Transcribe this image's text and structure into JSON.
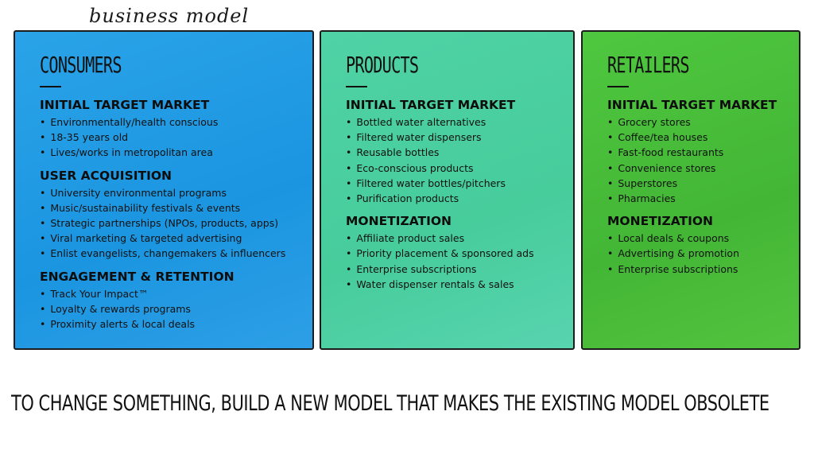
{
  "header": {
    "title": "business model"
  },
  "panels": {
    "consumers": {
      "title": "Consumers",
      "sections": [
        {
          "heading": "INITIAL TARGET MARKET",
          "items": [
            "Environmentally/health conscious",
            "18-35 years old",
            "Lives/works in metropolitan area"
          ]
        },
        {
          "heading": "USER ACQUISITION",
          "items": [
            "University environmental programs",
            "Music/sustainability festivals & events",
            "Strategic partnerships (NPOs, products, apps)",
            "Viral marketing & targeted advertising",
            "Enlist evangelists, changemakers & influencers"
          ]
        },
        {
          "heading": "ENGAGEMENT & RETENTION",
          "items": [
            "Track Your Impact™",
            "Loyalty & rewards programs",
            "Proximity alerts & local deals"
          ]
        }
      ]
    },
    "products": {
      "title": "Products",
      "sections": [
        {
          "heading": "INITIAL TARGET MARKET",
          "items": [
            "Bottled water alternatives",
            "Filtered water dispensers",
            "Reusable bottles",
            "Eco-conscious products",
            "Filtered water bottles/pitchers",
            "Purification products"
          ]
        },
        {
          "heading": "MONETIZATION",
          "items": [
            "Affiliate product sales",
            "Priority placement & sponsored ads",
            "Enterprise subscriptions",
            "Water dispenser rentals & sales"
          ]
        }
      ]
    },
    "retailers": {
      "title": "Retailers",
      "sections": [
        {
          "heading": "INITIAL TARGET MARKET",
          "items": [
            "Grocery stores",
            "Coffee/tea houses",
            "Fast-food restaurants",
            "Convenience stores",
            "Superstores",
            "Pharmacies"
          ]
        },
        {
          "heading": "MONETIZATION",
          "items": [
            "Local deals & coupons",
            "Advertising & promotion",
            "Enterprise subscriptions"
          ]
        }
      ]
    }
  },
  "tagline": "TO CHANGE SOMETHING, BUILD A NEW MODEL THAT MAKES THE EXISTING MODEL OBSOLETE",
  "colors": {
    "consumers": "#1b95e0",
    "products": "#47cc9c",
    "retailers": "#43b636"
  }
}
